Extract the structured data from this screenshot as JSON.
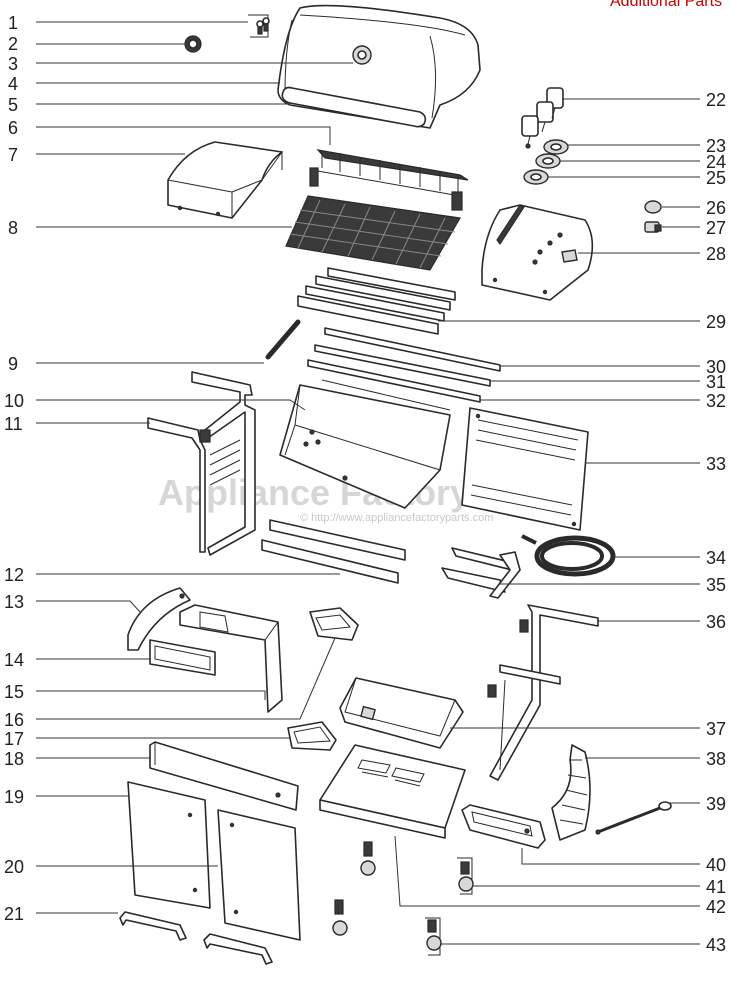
{
  "corner_text": "Additional Parts",
  "watermark": {
    "brand": "Appliance Factory Parts",
    "url": "© http://www.appliancefactoryparts.com"
  },
  "callouts": [
    "1",
    "2",
    "3",
    "4",
    "5",
    "6",
    "7",
    "8",
    "9",
    "10",
    "11",
    "12",
    "13",
    "14",
    "15",
    "16",
    "17",
    "18",
    "19",
    "20",
    "21",
    "22",
    "23",
    "24",
    "25",
    "26",
    "27",
    "28",
    "29",
    "30",
    "31",
    "32",
    "33",
    "34",
    "35",
    "36",
    "37",
    "38",
    "39",
    "40",
    "41",
    "42",
    "43"
  ]
}
